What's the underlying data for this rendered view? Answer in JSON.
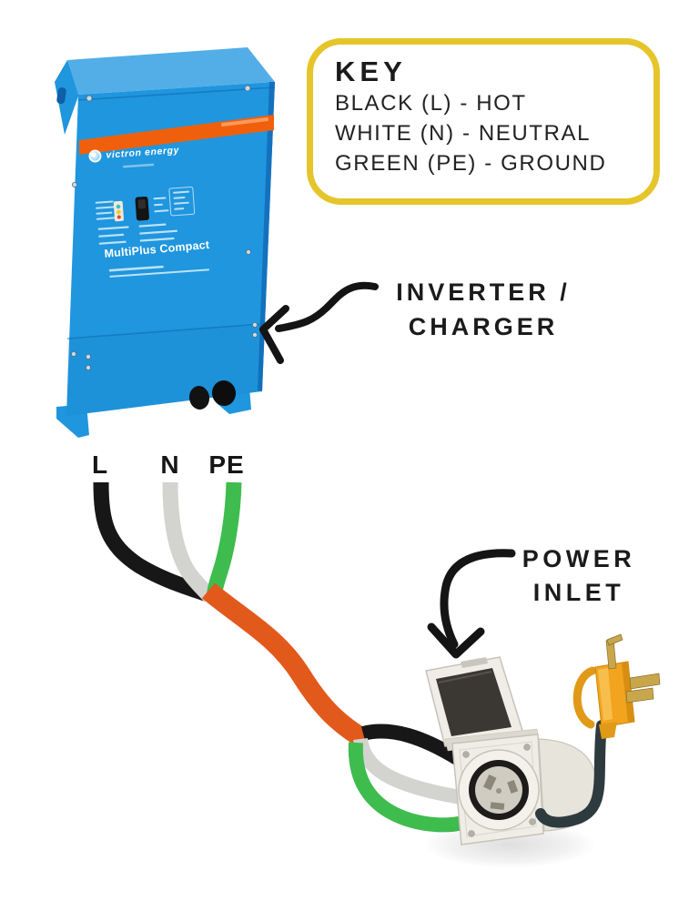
{
  "key_box": {
    "title": "KEY",
    "entries": [
      "BLACK (L) - HOT",
      "WHITE (N) - NEUTRAL",
      "GREEN (PE) - GROUND"
    ]
  },
  "callouts": {
    "inverter_charger": {
      "line1": "INVERTER /",
      "line2": "CHARGER"
    },
    "power_inlet": {
      "line1": "POWER",
      "line2": "INLET"
    }
  },
  "wire_labels": {
    "hot": "L",
    "neutral": "N",
    "ground": "PE"
  },
  "inverter": {
    "brand": "victron energy",
    "model": "MultiPlus Compact"
  },
  "colors": {
    "ink": "#1B1B1B",
    "key_border": "#E6C52B",
    "arrow_black": "#141414",
    "blue_cap": "#53AEE8",
    "blue_body": "#1F96DE",
    "blue_dark": "#1371BE",
    "stripe_orange": "#F0600C",
    "wire_black": "#171717",
    "wire_white": "#D3D3D0",
    "wire_green": "#3EBC4E",
    "cable_orange": "#E2591C",
    "inlet_shell": "#EFEDE6",
    "inlet_shell_shade": "#E7E4DC",
    "inlet_lid_dark": "#3B3733",
    "receptacle_ring": "#1E1C1A",
    "metal": "#CFCCC2",
    "plug_yellow": "#F2A41F",
    "plug_yellow_deep": "#D88E10",
    "brass": "#C8A64C",
    "cord_dark": "#2D3B3E"
  }
}
